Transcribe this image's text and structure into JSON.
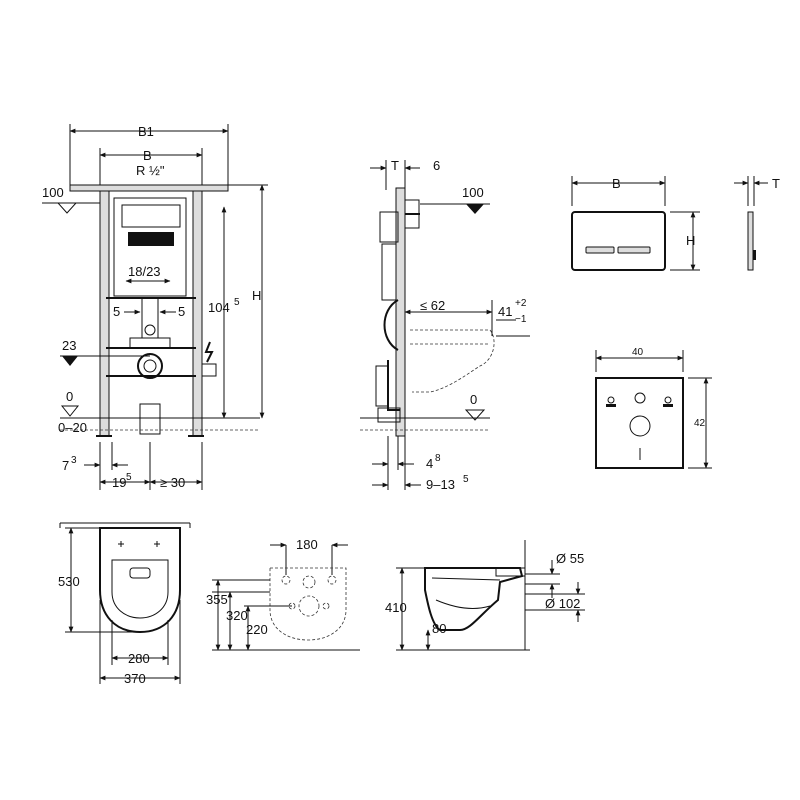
{
  "frame_front": {
    "B1": "B1",
    "B": "B",
    "R": "R ½\"",
    "level_100": "100",
    "dim_1823": "18/23",
    "dim_5_left": "5",
    "dim_5_right": "5",
    "level_23": "23",
    "level_0": "0",
    "range_020": "0–20",
    "dim_1045": "104",
    "dim_1045_sup": "5",
    "H": "H",
    "dim_73": "7",
    "dim_73_sup": "3",
    "dim_195": "19",
    "dim_195_sup": "5",
    "dim_ge30": "≥ 30"
  },
  "frame_side": {
    "T": "T",
    "dim_6": "6",
    "level_100": "100",
    "dim_le62": "≤ 62",
    "dim_41": "41",
    "dim_41_sup": "+2",
    "dim_41_sub": "−1",
    "level_0": "0",
    "dim_48": "4",
    "dim_48_sup": "8",
    "dim_9135": "9–13",
    "dim_9135_sup": "5"
  },
  "plate_front": {
    "B": "B",
    "H": "H"
  },
  "plate_side": {
    "T": "T"
  },
  "wall_plate": {
    "width": "40",
    "height": "42"
  },
  "bowl_top": {
    "depth": "530",
    "inner_width": "280",
    "outer_width": "370"
  },
  "bowl_back": {
    "spacing": "180",
    "h355": "355",
    "h320": "320",
    "h220": "220"
  },
  "bowl_side": {
    "height": "410",
    "d55": "Ø 55",
    "d102": "Ø 102",
    "dim_80": "80"
  }
}
